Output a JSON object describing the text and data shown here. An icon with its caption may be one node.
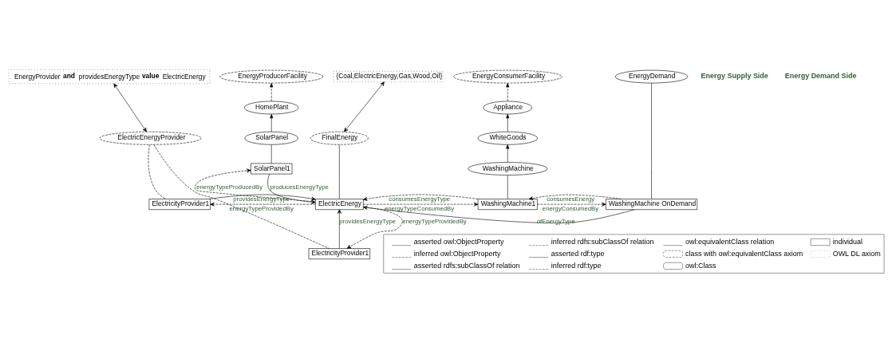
{
  "diagram": {
    "nodes": [
      {
        "text": [
          "EnergyProvider **and** providesEnergyType **value** ElectricEnergy"
        ]
      },
      {
        "text": [
          "EnergyProducerFacility"
        ]
      },
      {
        "text": [
          "HomePlant"
        ]
      },
      {
        "text": [
          "SolarPanel"
        ]
      },
      {
        "text": [
          "SolarPanel1"
        ]
      },
      {
        "text": [
          "ElectricEnergyProvider"
        ]
      },
      {
        "text": [
          "ElectricityProvider1"
        ]
      },
      {
        "text": [
          "ElectricityProvider1"
        ]
      },
      {
        "text": [
          "{Coal,ElectricEnergy,Gas,Wood,Oil}"
        ]
      },
      {
        "text": [
          "FinalEnergy"
        ]
      },
      {
        "text": [
          "ElectricEnergy"
        ]
      },
      {
        "text": [
          "EnergyConsumerFacility"
        ]
      },
      {
        "text": [
          "Appliance"
        ]
      },
      {
        "text": [
          "WhiteGoods"
        ]
      },
      {
        "text": [
          "WashingMachine"
        ]
      },
      {
        "text": [
          "WashingMachine1"
        ]
      },
      {
        "text": [
          "EnergyDemand"
        ]
      },
      {
        "text": [
          "WashingMachine OnDemand"
        ]
      }
    ],
    "edges": [
      {
        "from": 0,
        "to": 5,
        "arrow": "both"
      },
      {
        "from": 2,
        "to": 1,
        "arrow": "to",
        "style": "dashed"
      },
      {
        "from": 3,
        "to": 2,
        "arrow": "to"
      },
      {
        "from": 4,
        "to": 3,
        "arrow": "none"
      },
      {
        "from": 5,
        "to": 6,
        "arrow": "none",
        "style": "dashed"
      },
      {
        "from": 5,
        "to": 7,
        "arrow": "none",
        "style": "dashed"
      },
      {
        "from": 4,
        "to": 10,
        "arrow": "to",
        "label": "producesEnergyType"
      },
      {
        "from": 10,
        "to": 4,
        "arrow": "to",
        "label": "energyTypeProducedBy",
        "style": "dashed"
      },
      {
        "from": 6,
        "to": 10,
        "arrow": "to",
        "label": "providesEnergyType"
      },
      {
        "from": 10,
        "to": 6,
        "arrow": "to",
        "label": "energyTypeProvidedBy",
        "style": "dashed"
      },
      {
        "from": 10,
        "to": 7,
        "arrow": "to",
        "label": "energyTypeProvidedBy",
        "style": "dashed"
      },
      {
        "from": 7,
        "to": 10,
        "arrow": "to",
        "label": "providesEnergyType"
      },
      {
        "from": 8,
        "to": 9,
        "arrow": "both"
      },
      {
        "from": 10,
        "to": 9,
        "arrow": "none"
      },
      {
        "from": 12,
        "to": 11,
        "arrow": "to",
        "style": "dashed"
      },
      {
        "from": 13,
        "to": 12,
        "arrow": "to"
      },
      {
        "from": 14,
        "to": 13,
        "arrow": "to"
      },
      {
        "from": 15,
        "to": 14,
        "arrow": "none"
      },
      {
        "from": 15,
        "to": 10,
        "arrow": "to",
        "label": "consumesEnergyType",
        "style": "dashed"
      },
      {
        "from": 10,
        "to": 15,
        "arrow": "to",
        "label": "energyTypeConsumedBy",
        "style": "dashed"
      },
      {
        "from": 17,
        "to": 15,
        "arrow": "to",
        "label": "consumesEnergy",
        "style": "dashed"
      },
      {
        "from": 15,
        "to": 17,
        "arrow": "to",
        "label": "energyConsumedBy",
        "style": "dashed"
      },
      {
        "from": 17,
        "to": 16,
        "arrow": "none"
      },
      {
        "from": 17,
        "to": 10,
        "arrow": "to",
        "label": "ofEnergyType"
      }
    ],
    "labels": [
      "Energy Supply Side",
      "Energy Demand Side"
    ],
    "legend": [
      {
        "text": "asserted owl:ObjectProperty"
      },
      {
        "text": "inferred owl:ObjectProperty"
      },
      {
        "text": "asserted rdfs:subClassOf relation"
      },
      {
        "text": "inferred rdfs:subClassOf relation"
      },
      {
        "text": "asserted rdf:type"
      },
      {
        "text": "inferred rdf:type"
      },
      {
        "text": "owl:equivalentClass relation"
      },
      {
        "text": "class with owl:equivalentClass axiom"
      },
      {
        "text": "owl:Class"
      },
      {
        "text": "individual"
      },
      {
        "text": "OWL DL axiom"
      }
    ]
  }
}
